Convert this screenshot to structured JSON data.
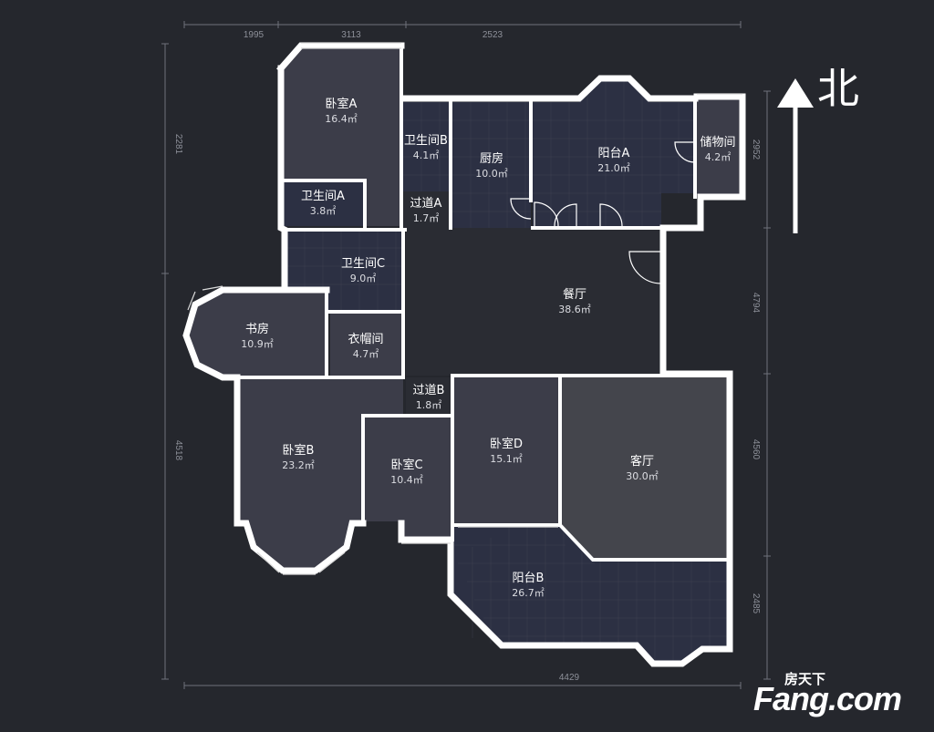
{
  "compass": {
    "label": "北"
  },
  "dimensions": {
    "top": [
      "1995",
      "3113",
      "2523"
    ],
    "left": [
      "2281",
      "4518"
    ],
    "right": [
      "2952",
      "4794",
      "4560",
      "2485"
    ],
    "bottom": [
      "4429"
    ]
  },
  "rooms": {
    "bedroom_a": {
      "name": "卧室A",
      "area": "16.4㎡",
      "fill": "#3c3d49"
    },
    "bath_b": {
      "name": "卫生间B",
      "area": "4.1㎡",
      "fill": "#2c3043"
    },
    "kitchen": {
      "name": "厨房",
      "area": "10.0㎡",
      "fill": "#2c3043"
    },
    "balcony_a": {
      "name": "阳台A",
      "area": "21.0㎡",
      "fill": "#2c3043"
    },
    "storage": {
      "name": "储物间",
      "area": "4.2㎡",
      "fill": "#3c3d49"
    },
    "bath_a": {
      "name": "卫生间A",
      "area": "3.8㎡",
      "fill": "#2c3043"
    },
    "corridor_a": {
      "name": "过道A",
      "area": "1.7㎡",
      "fill": "#2a2c33"
    },
    "bath_c": {
      "name": "卫生间C",
      "area": "9.0㎡",
      "fill": "#2c3043"
    },
    "dining": {
      "name": "餐厅",
      "area": "38.6㎡",
      "fill": "#2a2c33"
    },
    "study": {
      "name": "书房",
      "area": "10.9㎡",
      "fill": "#3c3d49"
    },
    "closet": {
      "name": "衣帽间",
      "area": "4.7㎡",
      "fill": "#3c3d49"
    },
    "corridor_b": {
      "name": "过道B",
      "area": "1.8㎡",
      "fill": "#2a2c33"
    },
    "bedroom_b": {
      "name": "卧室B",
      "area": "23.2㎡",
      "fill": "#3c3d49"
    },
    "bedroom_c": {
      "name": "卧室C",
      "area": "10.4㎡",
      "fill": "#3c3d49"
    },
    "bedroom_d": {
      "name": "卧室D",
      "area": "15.1㎡",
      "fill": "#3c3d49"
    },
    "living": {
      "name": "客厅",
      "area": "30.0㎡",
      "fill": "#44454c"
    },
    "balcony_b": {
      "name": "阳台B",
      "area": "26.7㎡",
      "fill": "#2c3043"
    }
  },
  "watermark": {
    "small": "房天下",
    "big": "Fang.com"
  }
}
